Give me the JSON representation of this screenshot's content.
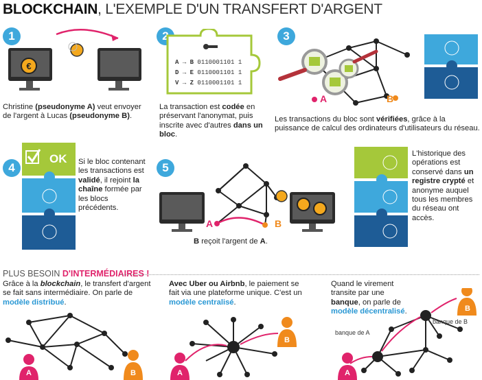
{
  "title": {
    "bold": "BLOCKCHAIN",
    "rest": ", L'EXEMPLE D'UN TRANSFERT D'ARGENT"
  },
  "steps": [
    {
      "num": "1",
      "text_parts": [
        "Christine ",
        "(pseudonyme A)",
        " veut envoyer de l'argent à Lucas ",
        "(pseudonyme B)",
        "."
      ]
    },
    {
      "num": "2",
      "text_parts": [
        "La transaction est ",
        "codée",
        " en préservant l'anonymat, puis inscrite avec d'autres ",
        "dans un bloc",
        "."
      ],
      "codes": [
        {
          "pair": "A → B",
          "bits": "0110001101 1"
        },
        {
          "pair": "D → E",
          "bits": "0110001101 1"
        },
        {
          "pair": "V → Z",
          "bits": "0110001101 1"
        }
      ]
    },
    {
      "num": "3",
      "text_parts": [
        "Les transactions du bloc sont ",
        "vérifiées",
        ", grâce à la puissance de calcul des ordinateurs d'utilisateurs du réseau."
      ]
    },
    {
      "num": "4",
      "ok": "OK",
      "text_parts": [
        "Si le bloc contenant les transactions est ",
        "validé",
        ", il rejoint ",
        "la chaîne",
        " formée par les blocs précédents."
      ]
    },
    {
      "num": "5",
      "text_parts": [
        "B",
        " reçoit l'argent de ",
        "A",
        "."
      ]
    },
    {
      "registry_parts": [
        "L'historique des opérations est conservé dans ",
        "un registre crypté",
        " et anonyme auquel tous les membres du réseau ont accès."
      ]
    }
  ],
  "labels": {
    "a": "A",
    "b": "B"
  },
  "bottom": {
    "heading_light": "PLUS BESOIN ",
    "heading_bold": "D'INTERMÉDIAIRES !",
    "col1_parts": [
      "Grâce à la ",
      "blockchain",
      ", le transfert d'argent se fait sans intermédiaire. On parle de ",
      "modèle distribué",
      "."
    ],
    "col2_parts": [
      "Avec Uber ou Airbnb",
      ", le paiement se fait via une plateforme unique. C'est un ",
      "modèle centralisé",
      "."
    ],
    "col3_parts": [
      "Quand le virement transite par une ",
      "banque",
      ", on parle de ",
      "modèle décentralisé",
      "."
    ],
    "bank_a": "banque de A",
    "bank_b": "banque de B"
  },
  "colors": {
    "accent_blue": "#3ea8dc",
    "pink": "#e0236b",
    "orange": "#f08a1c",
    "green": "#a5c83a",
    "dark_blue": "#1e5c96"
  }
}
